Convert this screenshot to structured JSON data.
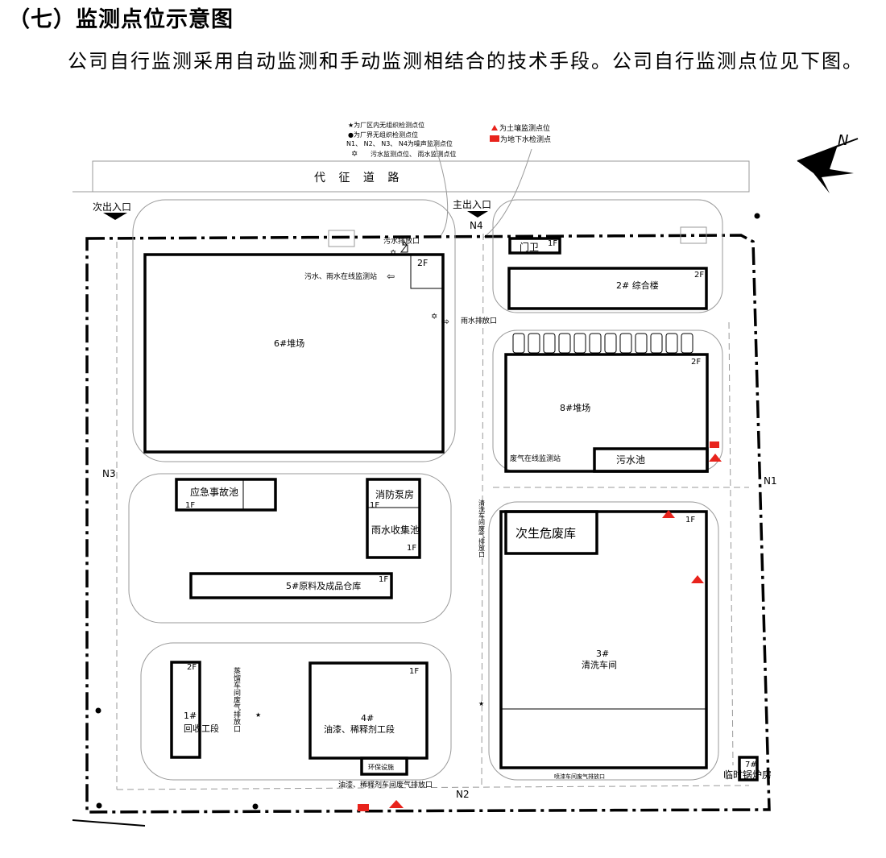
{
  "heading": "（七）监测点位示意图",
  "paragraph": "公司自行监测采用自动监测和手动监测相结合的技术手段。公司自行监测点位见下图。",
  "legend": {
    "star": "★为厂区内无组织检测点位",
    "dot": "●为厂界无组织检测点位",
    "noise": "N1、 N2、 N3、 N4为噪声监测点位",
    "water": "污水监测点位、 雨水监测点位",
    "soil": "为土壤监测点位",
    "groundwater": "为地下水检测点"
  },
  "compass": "N",
  "road": "代 征 道 路",
  "entrances": {
    "secondary": "次出入口",
    "main": "主出入口"
  },
  "noise_points": {
    "n1": "N1",
    "n2": "N2",
    "n3": "N3",
    "n4": "N4"
  },
  "buildings": {
    "b6": "6#堆场",
    "b6_floor": "2F",
    "gate": "门卫",
    "gate_floor": "1F",
    "b2": "2#   综合楼",
    "b2_floor": "2F",
    "b8": "8#堆场",
    "b8_floor": "2F",
    "sewage_pool": "污水池",
    "emergency_pool": "应急事故池",
    "emergency_floor": "1F",
    "fire_pump": "消防泵房",
    "fire_pump_floor": "1F",
    "rain_pool": "雨水收集池",
    "rain_pool_floor": "1F",
    "b5": "5#原料及成品仓库",
    "b5_floor": "1F",
    "hazwaste": "次生危废库",
    "b3_floor": "1F",
    "b3_num": "3#",
    "b3_name": "清洗车间",
    "b1_floor": "2F",
    "b1_num": "1#",
    "b1_name": "回收工段",
    "b4_floor": "1F",
    "b4_num": "4#",
    "b4_name": "油漆、稀释剂工段",
    "env_facility": "环保设施",
    "b7_num": "7#",
    "b7_name": "临时锅炉房"
  },
  "points": {
    "sewage_outlet": "污水排放口",
    "online_station": "污水、雨水在线监测站",
    "rain_outlet": "雨水排放口",
    "gas_station": "废气在线监测站",
    "wash_gas_outlet": "清洗车间废气排放口",
    "distill_gas_outlet": "蒸馏车间废气排放口",
    "paint_gas_outlet": "油漆、稀释剂车间废气排放口",
    "spray_gas_outlet": "喷漆车间废气排放口"
  },
  "colors": {
    "marker": "#e8231c"
  }
}
